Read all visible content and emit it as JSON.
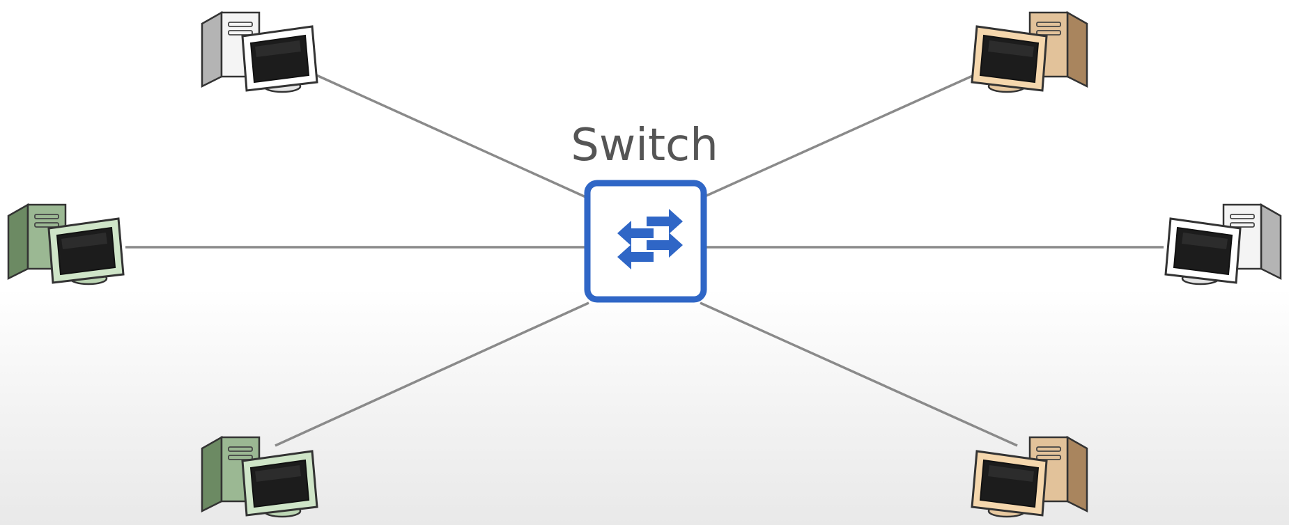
{
  "diagram": {
    "switch": {
      "label": "Switch",
      "icon": "bidirectional-arrows-icon",
      "color": "#2f66c6"
    },
    "link_color": "#8a8a8a",
    "computers": [
      {
        "id": "top-left",
        "theme": "white"
      },
      {
        "id": "top-right",
        "theme": "tan"
      },
      {
        "id": "middle-left",
        "theme": "green"
      },
      {
        "id": "middle-right",
        "theme": "white"
      },
      {
        "id": "bottom-left",
        "theme": "green"
      },
      {
        "id": "bottom-right",
        "theme": "tan"
      }
    ],
    "themes": {
      "white": {
        "tower_front": "#f4f4f4",
        "tower_side": "#b4b4b4",
        "bezel": "#ffffff",
        "stand": "#e6e6e6"
      },
      "green": {
        "tower_front": "#9bb893",
        "tower_side": "#6c8a63",
        "bezel": "#cfe5c8",
        "stand": "#bcd6b4"
      },
      "tan": {
        "tower_front": "#e2c29a",
        "tower_side": "#a9855e",
        "bezel": "#f5d7ad",
        "stand": "#e8c9a0"
      }
    }
  }
}
